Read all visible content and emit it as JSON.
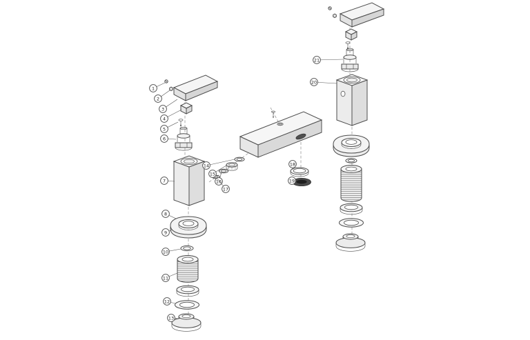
{
  "diagram": {
    "background": "#ffffff",
    "line_color": "#4d4d4d",
    "seal_color": "#4a4a4a"
  },
  "callouts": [
    {
      "number": "1"
    },
    {
      "number": "2"
    },
    {
      "number": "3"
    },
    {
      "number": "4"
    },
    {
      "number": "5"
    },
    {
      "number": "6"
    },
    {
      "number": "7"
    },
    {
      "number": "8"
    },
    {
      "number": "9"
    },
    {
      "number": "10"
    },
    {
      "number": "11"
    },
    {
      "number": "12"
    },
    {
      "number": "13"
    },
    {
      "number": "14"
    },
    {
      "number": "15"
    },
    {
      "number": "16"
    },
    {
      "number": "17"
    },
    {
      "number": "18"
    },
    {
      "number": "19"
    },
    {
      "number": "20"
    },
    {
      "number": "21"
    }
  ]
}
